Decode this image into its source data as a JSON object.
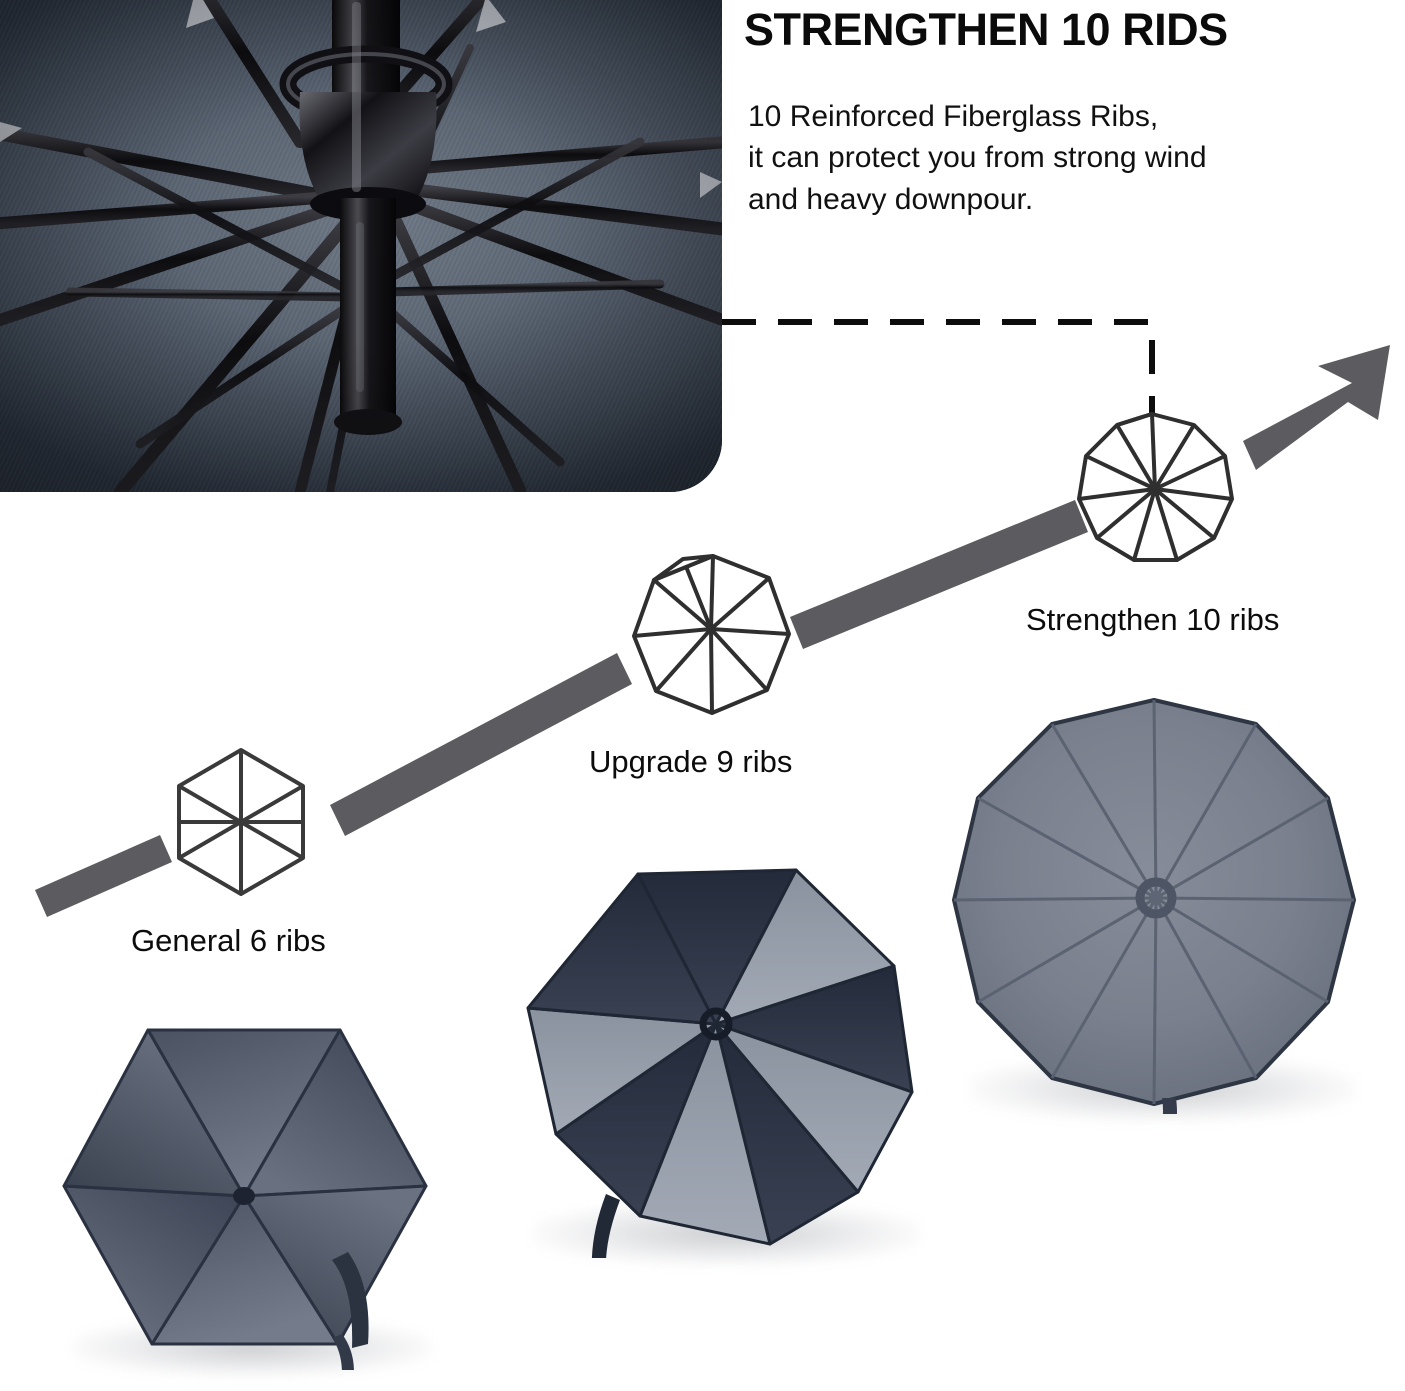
{
  "header": {
    "title": "STRENGTHEN 10 RIDS",
    "description_lines": [
      "10 Reinforced Fiberglass Ribs,",
      "it can protect you from strong wind",
      "and heavy downpour."
    ]
  },
  "hero_photo": {
    "alt": "Close-up of umbrella interior showing black reinforced fiberglass ribs and runner on navy-gray canopy",
    "icon": "umbrella-interior-photo"
  },
  "comparison": {
    "stages": [
      {
        "id": "general-6",
        "label": "General 6 ribs",
        "rib_count": 6,
        "icon": "hexagon-6-rib-icon",
        "umbrella_icon": "umbrella-6-panel-photo"
      },
      {
        "id": "upgrade-9",
        "label": "Upgrade 9 ribs",
        "rib_count": 9,
        "icon": "nonagon-9-rib-icon",
        "umbrella_icon": "umbrella-9-panel-photo"
      },
      {
        "id": "strengthen-10",
        "label": "Strengthen 10 ribs",
        "rib_count": 10,
        "icon": "decagon-10-rib-icon",
        "umbrella_icon": "umbrella-10-panel-photo"
      }
    ],
    "arrow_icon": "upward-arrow-icon",
    "connector_icon": "dashed-connector-line"
  },
  "colors": {
    "text": "#0c0c0c",
    "arrow_gray": "#5b5b60",
    "rib_outline": "#3a3a3a",
    "canopy_slate": "#7b818e",
    "canopy_dark": "#2d3545",
    "canopy_light": "#98a0ac",
    "background": "#ffffff"
  }
}
